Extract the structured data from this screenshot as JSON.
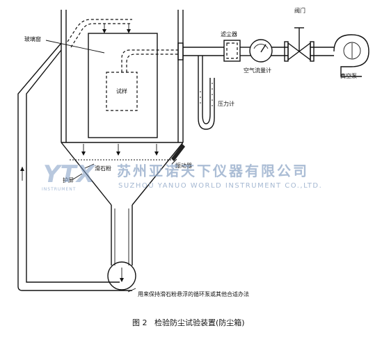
{
  "labels": {
    "glass_window": "玻璃窗",
    "sample": "试样",
    "dust_filter": "滤尘器",
    "valve": "阀门",
    "air_flow_meter": "空气流量计",
    "vacuum_pump": "真空泵",
    "pressure_gauge": "压力计",
    "vibrator": "振动器",
    "talc_powder": "滑石粉",
    "screen": "护屏",
    "circulation_pump": "用来保持滑石粉悬浮的循环泵或其他合适办法"
  },
  "caption": "图 2   检验防尘试验装置(防尘箱)",
  "watermark": {
    "logo": "YTX",
    "logo_sub": "INSTRUMENT",
    "company_cn": "苏州亚诺天下仪器有限公司",
    "company_en": "SUZHOU YANUO WORLD INSTRUMENT CO.,LTD."
  }
}
